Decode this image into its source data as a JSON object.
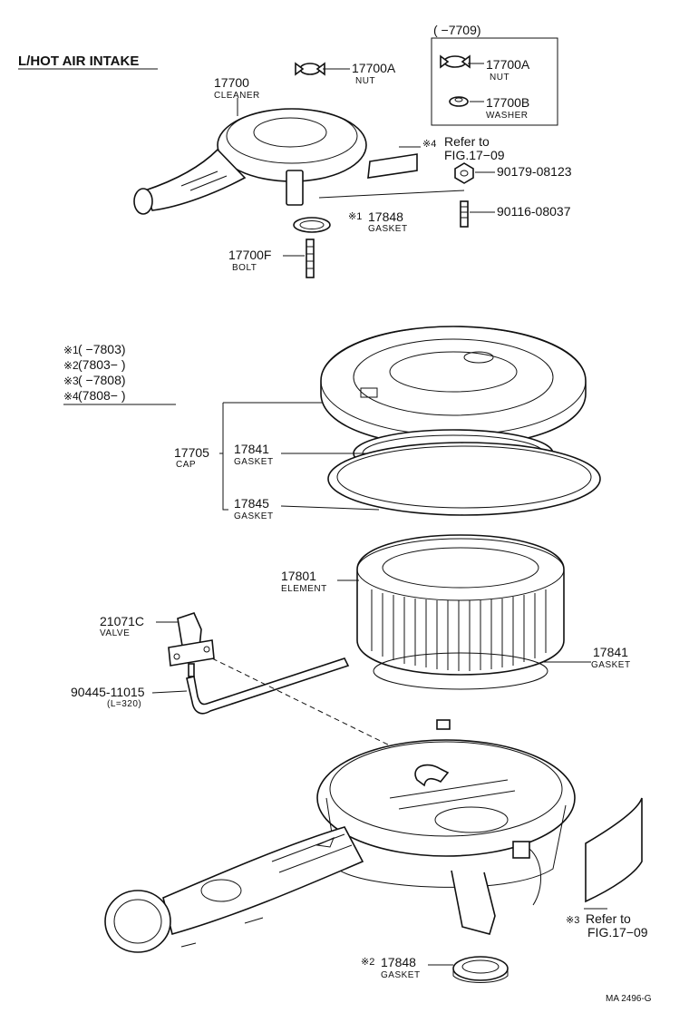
{
  "title": "L/HOT AIR INTAKE",
  "box_range": "(      −7709)",
  "legend": [
    {
      "mark": "※1",
      "range": "(        −7803)"
    },
    {
      "mark": "※2",
      "range": "(7803−        )"
    },
    {
      "mark": "※3",
      "range": "(        −7808)"
    },
    {
      "mark": "※4",
      "range": "(7808−        )"
    }
  ],
  "labels": {
    "cleaner_num": "17700",
    "cleaner_name": "CLEANER",
    "nut_num": "17700A",
    "nut_name": "NUT",
    "box_nut_num": "17700A",
    "box_nut_name": "NUT",
    "washer_num": "17700B",
    "washer_name": "WASHER",
    "refer_top_mark": "※4",
    "refer_top_1": "Refer to",
    "refer_top_2": "FIG.17−09",
    "p90179": "90179-08123",
    "p90116": "90116-08037",
    "gasket_top_mark": "※1",
    "gasket_top_num": "17848",
    "gasket_top_name": "GASKET",
    "bolt_num": "17700F",
    "bolt_name": "BOLT",
    "cap_num": "17705",
    "cap_name": "CAP",
    "g17841a_num": "17841",
    "g17841a_name": "GASKET",
    "g17845_num": "17845",
    "g17845_name": "GASKET",
    "element_num": "17801",
    "element_name": "ELEMENT",
    "valve_num": "21071C",
    "valve_name": "VALVE",
    "hose_num": "90445-11015",
    "hose_len": "(L=320)",
    "g17841b_num": "17841",
    "g17841b_name": "GASKET",
    "refer_bot_mark": "※3",
    "refer_bot_1": "Refer to",
    "refer_bot_2": "FIG.17−09",
    "gasket_bot_mark": "※2",
    "gasket_bot_num": "17848",
    "gasket_bot_name": "GASKET",
    "code": "MA 2496-G"
  }
}
